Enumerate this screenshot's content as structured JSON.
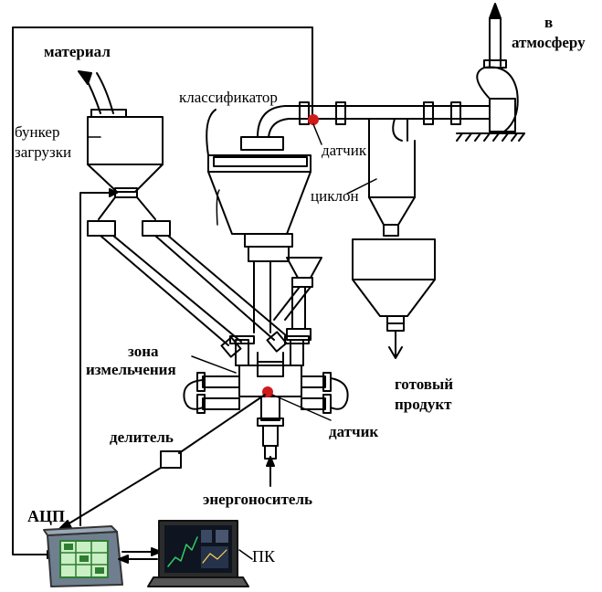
{
  "labels": {
    "material": "материал",
    "bunker_line1": "бункер",
    "bunker_line2": "загрузки",
    "classifier": "классификатор",
    "sensor_top": "датчик",
    "cyclone": "циклон",
    "to_atmosphere_line1": "в",
    "to_atmosphere_line2": "атмосферу",
    "grinding_zone_line1": "зона",
    "grinding_zone_line2": "измельчения",
    "finished_product_line1": "готовый",
    "finished_product_line2": "продукт",
    "sensor_bottom": "датчик",
    "divider": "делитель",
    "energy_carrier": "энергоноситель",
    "adc": "АЦП",
    "pc": "ПК"
  },
  "colors": {
    "line": "#000000",
    "sensor_dot": "#d11a1a",
    "adc_body": "#6f7f8f",
    "adc_screen": "#c9efc4",
    "adc_grid": "#2e7d32",
    "pc_frame": "#2b2b2b",
    "pc_screen": "#0e1420",
    "pc_plot": "#33cc66"
  },
  "icons": {
    "adc": "adc-device-icon",
    "pc": "laptop-icon",
    "fan": "fan-icon",
    "divider": "divider-box-icon"
  }
}
